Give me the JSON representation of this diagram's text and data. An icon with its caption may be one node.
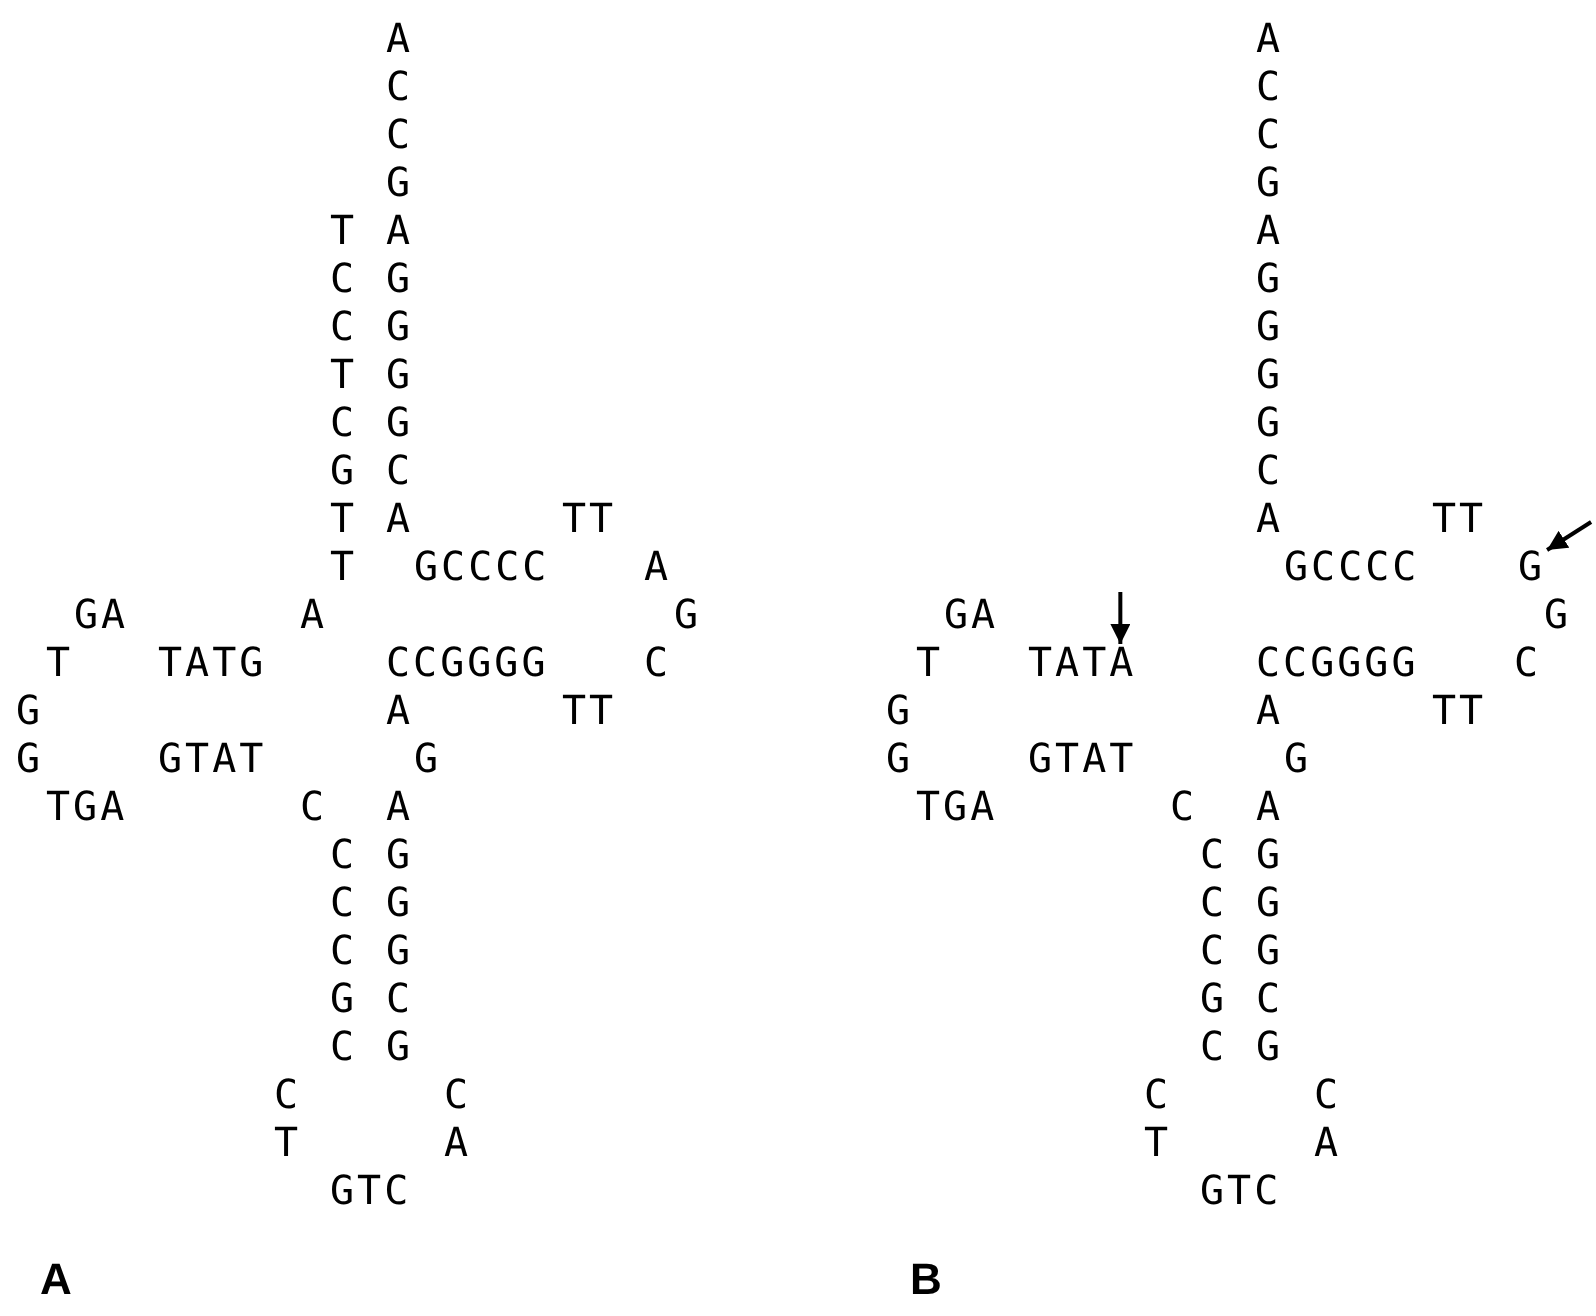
{
  "diagram": {
    "nodes": [
      {
        "text": [
          "G"
        ]
      },
      {
        "text": [
          "TATA"
        ]
      }
    ],
    "edges": [
      {
        "from": null,
        "to": 0,
        "arrow": "to"
      },
      {
        "from": null,
        "to": 1,
        "arrow": "to"
      }
    ],
    "labels": [
      "TCCTCGTT",
      "ACCGAGGGGCA",
      "TT",
      "GCCCC",
      "A",
      "GA",
      "A",
      "G",
      "T",
      "TATG",
      "CCGGGG",
      "C",
      "G",
      "A",
      "TT",
      "G",
      "GTAT",
      "G",
      "TGA",
      "C",
      "CCCGC",
      "AGGGCG",
      "CT",
      "CA",
      "GTC",
      "A",
      "ACCGAGGGGCA",
      "TT",
      "GCCCC",
      "GA",
      "G",
      "T",
      "CCGGGG",
      "C",
      "G",
      "A",
      "TT",
      "G",
      "GTAT",
      "G",
      "TGA",
      "C",
      "CCCGC",
      "AGGGCG",
      "CT",
      "CA",
      "GTC",
      "B"
    ]
  }
}
